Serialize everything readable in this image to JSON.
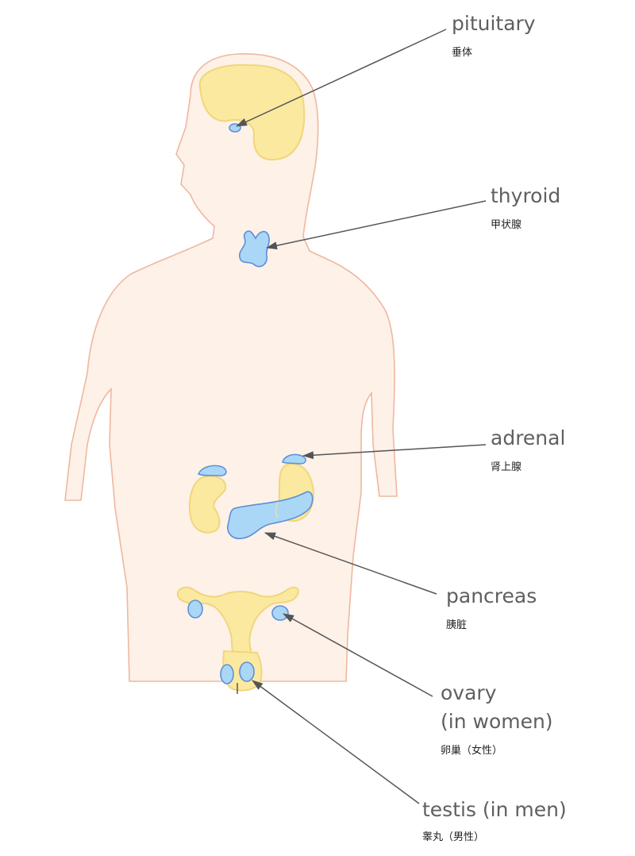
{
  "labels": {
    "pituitary": {
      "en": "pituitary",
      "zh": "垂体"
    },
    "thyroid": {
      "en": "thyroid",
      "zh": "甲状腺"
    },
    "adrenal": {
      "en": "adrenal",
      "zh": "肾上腺"
    },
    "pancreas": {
      "en": "pancreas",
      "zh": "胰脏"
    },
    "ovary": {
      "en_line1": "ovary",
      "en_line2": "(in women)",
      "zh": "卵巢（女性）"
    },
    "testis": {
      "en": "testis (in men)",
      "zh": "睾丸（男性）"
    }
  },
  "colors": {
    "body_fill": "#fdf1e8",
    "body_outline": "#f0b7a0",
    "organ_yellow": "#fbe9a0",
    "organ_yellow_outline": "#f1d67a",
    "gland_blue": "#a9d7f5",
    "gland_blue_outline": "#5f8fd6",
    "pointer_line": "#555555"
  }
}
